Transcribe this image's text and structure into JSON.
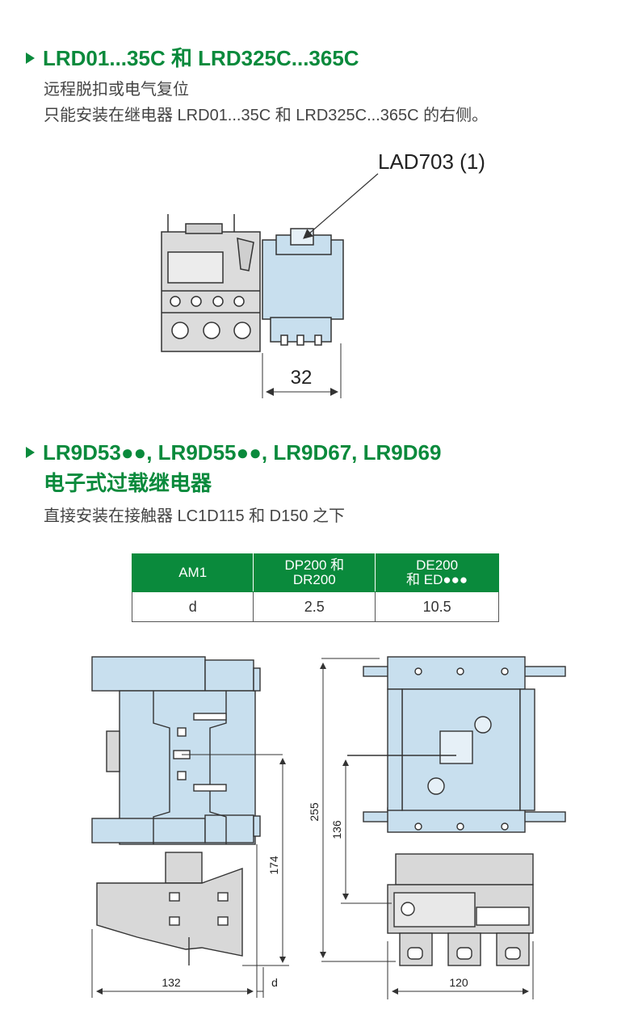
{
  "section1": {
    "title": "LRD01...35C 和 LRD325C...365C",
    "line1": "远程脱扣或电气复位",
    "line2": "只能安装在继电器 LRD01...35C 和 LRD325C...365C 的右侧。",
    "diagram": {
      "callout": "LAD703 (1)",
      "dimension": "32"
    }
  },
  "section2": {
    "title": "LR9D53●●, LR9D55●●, LR9D67, LR9D69",
    "subtitle": "电子式过载继电器",
    "line1": "直接安装在接触器 LC1D115 和 D150 之下",
    "table": {
      "headers": [
        "AM1",
        "DP200 和\nDR200",
        "DE200\n和 ED●●●"
      ],
      "row_label": "d",
      "values": [
        "2.5",
        "10.5"
      ]
    },
    "diagram": {
      "dim_132": "132",
      "dim_d": "d",
      "dim_174": "174",
      "dim_255": "255",
      "dim_136": "136",
      "dim_120": "120"
    }
  },
  "colors": {
    "accent": "#0a8a3c",
    "part_fill": "#c8dfee",
    "gray_fill": "#d8d8d8"
  }
}
